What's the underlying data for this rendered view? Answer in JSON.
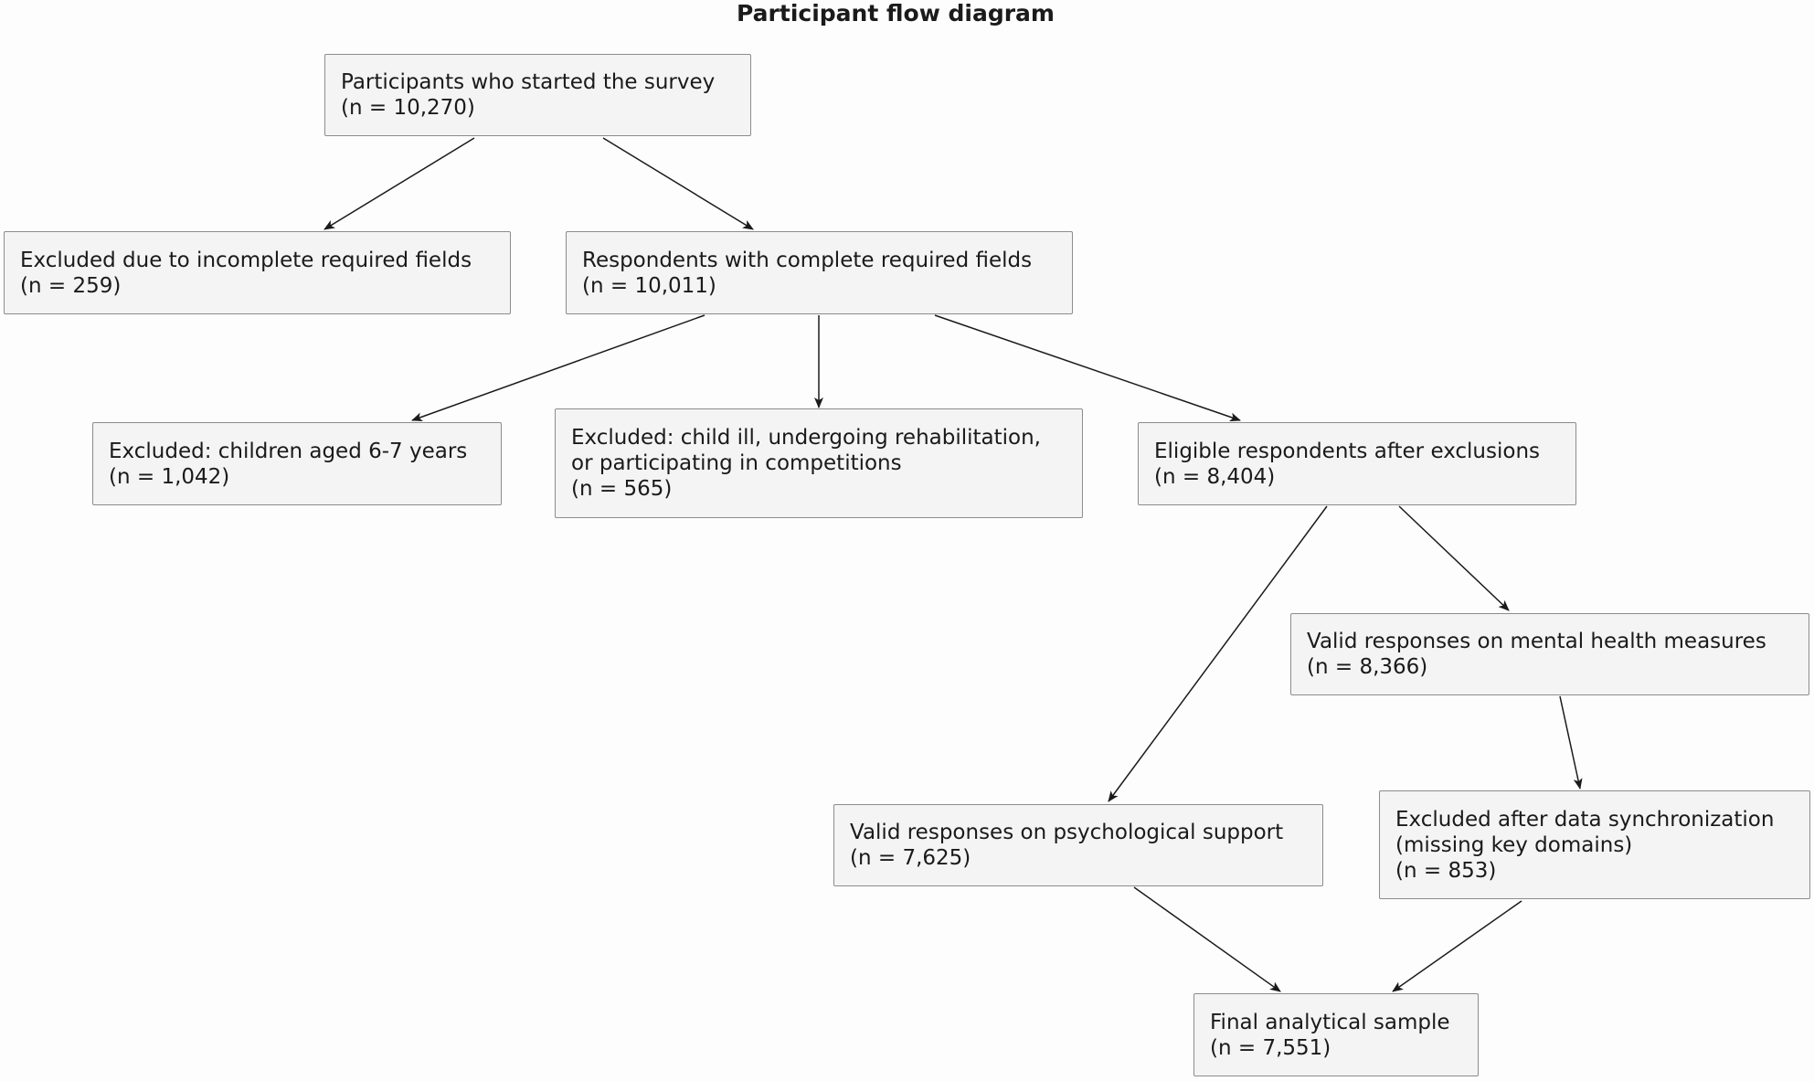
{
  "title": "Participant flow diagram",
  "nodes": {
    "started": {
      "label": "Participants who started the survey",
      "n": "(n = 10,270)"
    },
    "excluded_incomplete": {
      "label": "Excluded due to incomplete required fields",
      "n": "(n = 259)"
    },
    "complete": {
      "label": "Respondents with complete required fields",
      "n": "(n = 10,011)"
    },
    "excluded_children": {
      "label": "Excluded: children aged 6-7 years",
      "n": "(n = 1,042)"
    },
    "excluded_ill": {
      "label_line1": "Excluded: child ill, undergoing rehabilitation,",
      "label_line2": "or participating in competitions",
      "n": "(n = 565)"
    },
    "eligible": {
      "label": "Eligible respondents after exclusions",
      "n": "(n = 8,404)"
    },
    "valid_mental": {
      "label": "Valid responses on mental health measures",
      "n": "(n = 8,366)"
    },
    "valid_psych": {
      "label": "Valid responses on psychological support",
      "n": "(n = 7,625)"
    },
    "excluded_sync": {
      "label_line1": "Excluded after data synchronization",
      "label_line2": "(missing key domains)",
      "n": "(n = 853)"
    },
    "final": {
      "label": "Final analytical sample",
      "n": "(n = 7,551)"
    }
  },
  "edges": [
    {
      "from": "started",
      "to": "excluded_incomplete"
    },
    {
      "from": "started",
      "to": "complete"
    },
    {
      "from": "complete",
      "to": "excluded_children"
    },
    {
      "from": "complete",
      "to": "excluded_ill"
    },
    {
      "from": "complete",
      "to": "eligible"
    },
    {
      "from": "eligible",
      "to": "valid_psych"
    },
    {
      "from": "eligible",
      "to": "valid_mental"
    },
    {
      "from": "valid_mental",
      "to": "excluded_sync"
    },
    {
      "from": "valid_psych",
      "to": "final"
    },
    {
      "from": "excluded_sync",
      "to": "final"
    }
  ]
}
